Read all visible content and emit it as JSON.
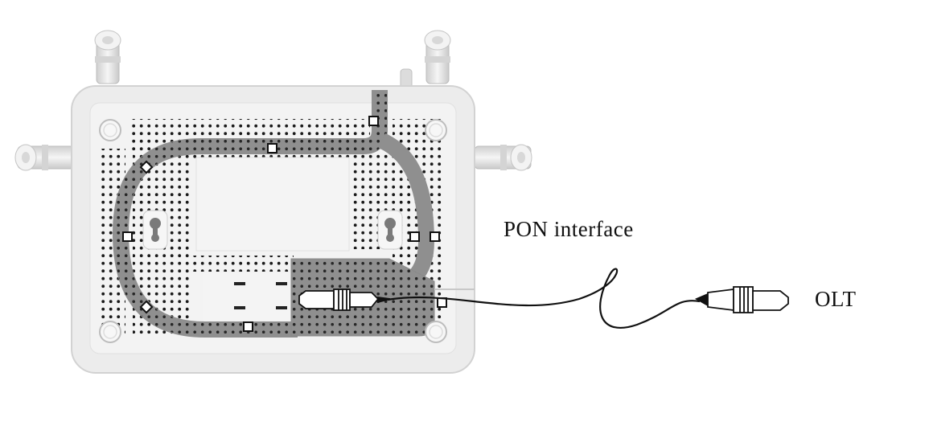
{
  "labels": {
    "pon_interface": "PON interface",
    "olt": "OLT"
  },
  "colors": {
    "router_body": "#ebebeb",
    "router_plate": "#f2f2f2",
    "cable_channel": "#8f8f8f",
    "vent_dot": "#1a1a1a",
    "cable": "#111111"
  },
  "icons": {
    "antennas": "antenna-icon",
    "connectors": "fiber-connector-icon",
    "vents": "vent-grid"
  }
}
